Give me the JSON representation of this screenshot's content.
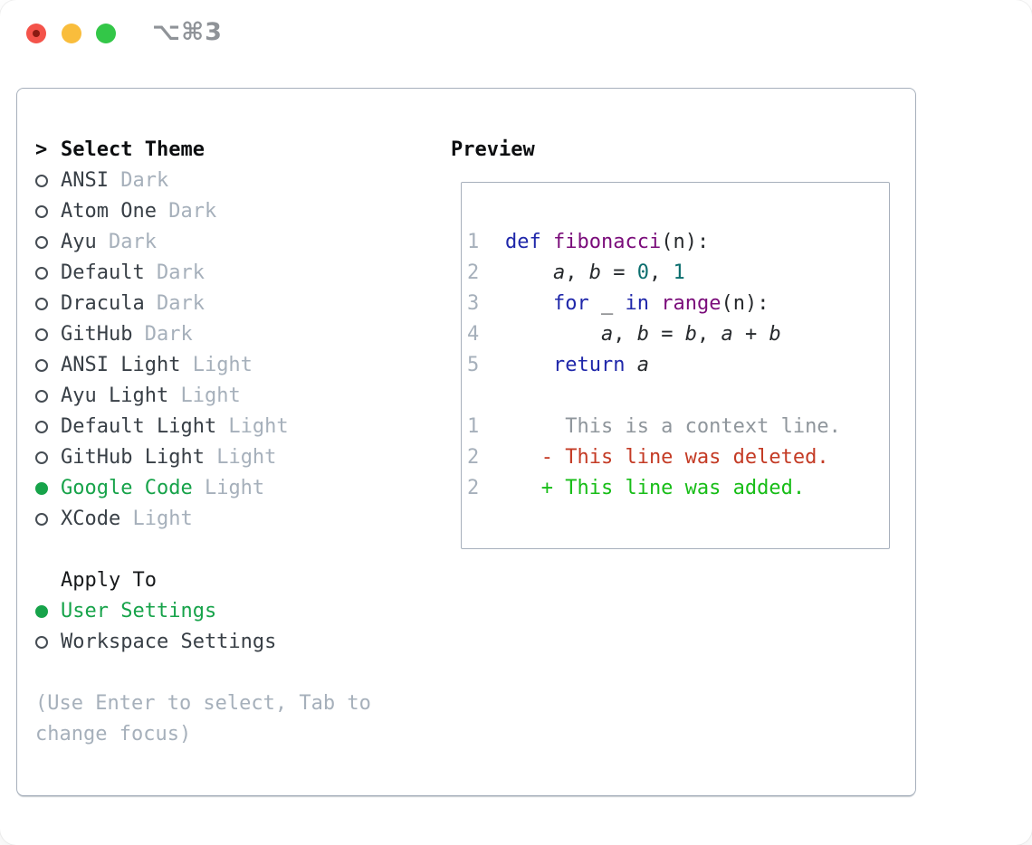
{
  "window": {
    "title": "⌥⌘3"
  },
  "colors": {
    "accent-green": "#17a34a",
    "keyword-blue": "#1f27aa",
    "function-purple": "#7a0c7a",
    "literal-teal": "#0b6e6e",
    "diff-del-red": "#c43b25",
    "diff-add-green": "#17bd17",
    "muted-gray": "#a6b0bb",
    "text-dark": "#31373d",
    "border-gray": "#a7b0bc",
    "traffic-red": "#f4534a",
    "traffic-yellow": "#f9bd3c",
    "traffic-green": "#33c748"
  },
  "theme_panel": {
    "prompt": ">",
    "title": "Select Theme",
    "items": [
      {
        "name": "ANSI",
        "variant": "Dark",
        "selected": false
      },
      {
        "name": "Atom One",
        "variant": "Dark",
        "selected": false
      },
      {
        "name": "Ayu",
        "variant": "Dark",
        "selected": false
      },
      {
        "name": "Default",
        "variant": "Dark",
        "selected": false
      },
      {
        "name": "Dracula",
        "variant": "Dark",
        "selected": false
      },
      {
        "name": "GitHub",
        "variant": "Dark",
        "selected": false
      },
      {
        "name": "ANSI Light",
        "variant": "Light",
        "selected": false
      },
      {
        "name": "Ayu Light",
        "variant": "Light",
        "selected": false
      },
      {
        "name": "Default Light",
        "variant": "Light",
        "selected": false
      },
      {
        "name": "GitHub Light",
        "variant": "Light",
        "selected": false
      },
      {
        "name": "Google Code",
        "variant": "Light",
        "selected": true
      },
      {
        "name": "XCode",
        "variant": "Light",
        "selected": false
      }
    ],
    "apply_to": {
      "title": "Apply To",
      "options": [
        {
          "label": "User Settings",
          "selected": true
        },
        {
          "label": "Workspace Settings",
          "selected": false
        }
      ]
    },
    "help_text": "(Use Enter to select, Tab to change focus)"
  },
  "preview": {
    "title": "Preview",
    "lines": [
      {
        "num": "1",
        "tokens": [
          [
            "kw",
            "def"
          ],
          [
            "pl",
            " "
          ],
          [
            "fn",
            "fibonacci"
          ],
          [
            "pl",
            "(n):"
          ]
        ]
      },
      {
        "num": "2",
        "tokens": [
          [
            "pl",
            "    "
          ],
          [
            "var",
            "a"
          ],
          [
            "pl",
            ", "
          ],
          [
            "var",
            "b"
          ],
          [
            "pl",
            " = "
          ],
          [
            "lit",
            "0"
          ],
          [
            "pl",
            ", "
          ],
          [
            "lit",
            "1"
          ]
        ]
      },
      {
        "num": "3",
        "tokens": [
          [
            "pl",
            "    "
          ],
          [
            "kw",
            "for"
          ],
          [
            "pl",
            " _ "
          ],
          [
            "kw",
            "in"
          ],
          [
            "pl",
            " "
          ],
          [
            "fn",
            "range"
          ],
          [
            "pl",
            "(n):"
          ]
        ]
      },
      {
        "num": "4",
        "tokens": [
          [
            "pl",
            "        "
          ],
          [
            "var",
            "a"
          ],
          [
            "pl",
            ", "
          ],
          [
            "var",
            "b"
          ],
          [
            "pl",
            " = "
          ],
          [
            "var",
            "b"
          ],
          [
            "pl",
            ", "
          ],
          [
            "var",
            "a"
          ],
          [
            "pl",
            " + "
          ],
          [
            "var",
            "b"
          ]
        ]
      },
      {
        "num": "5",
        "tokens": [
          [
            "pl",
            "    "
          ],
          [
            "kw",
            "return"
          ],
          [
            "pl",
            " "
          ],
          [
            "var",
            "a"
          ]
        ]
      },
      {
        "num": "",
        "tokens": []
      },
      {
        "num": "1",
        "tokens": [
          [
            "ctx",
            "     This is a context line."
          ]
        ]
      },
      {
        "num": "2",
        "tokens": [
          [
            "del",
            "   - This line was deleted."
          ]
        ]
      },
      {
        "num": "2",
        "tokens": [
          [
            "add",
            "   + This line was added."
          ]
        ]
      }
    ]
  }
}
